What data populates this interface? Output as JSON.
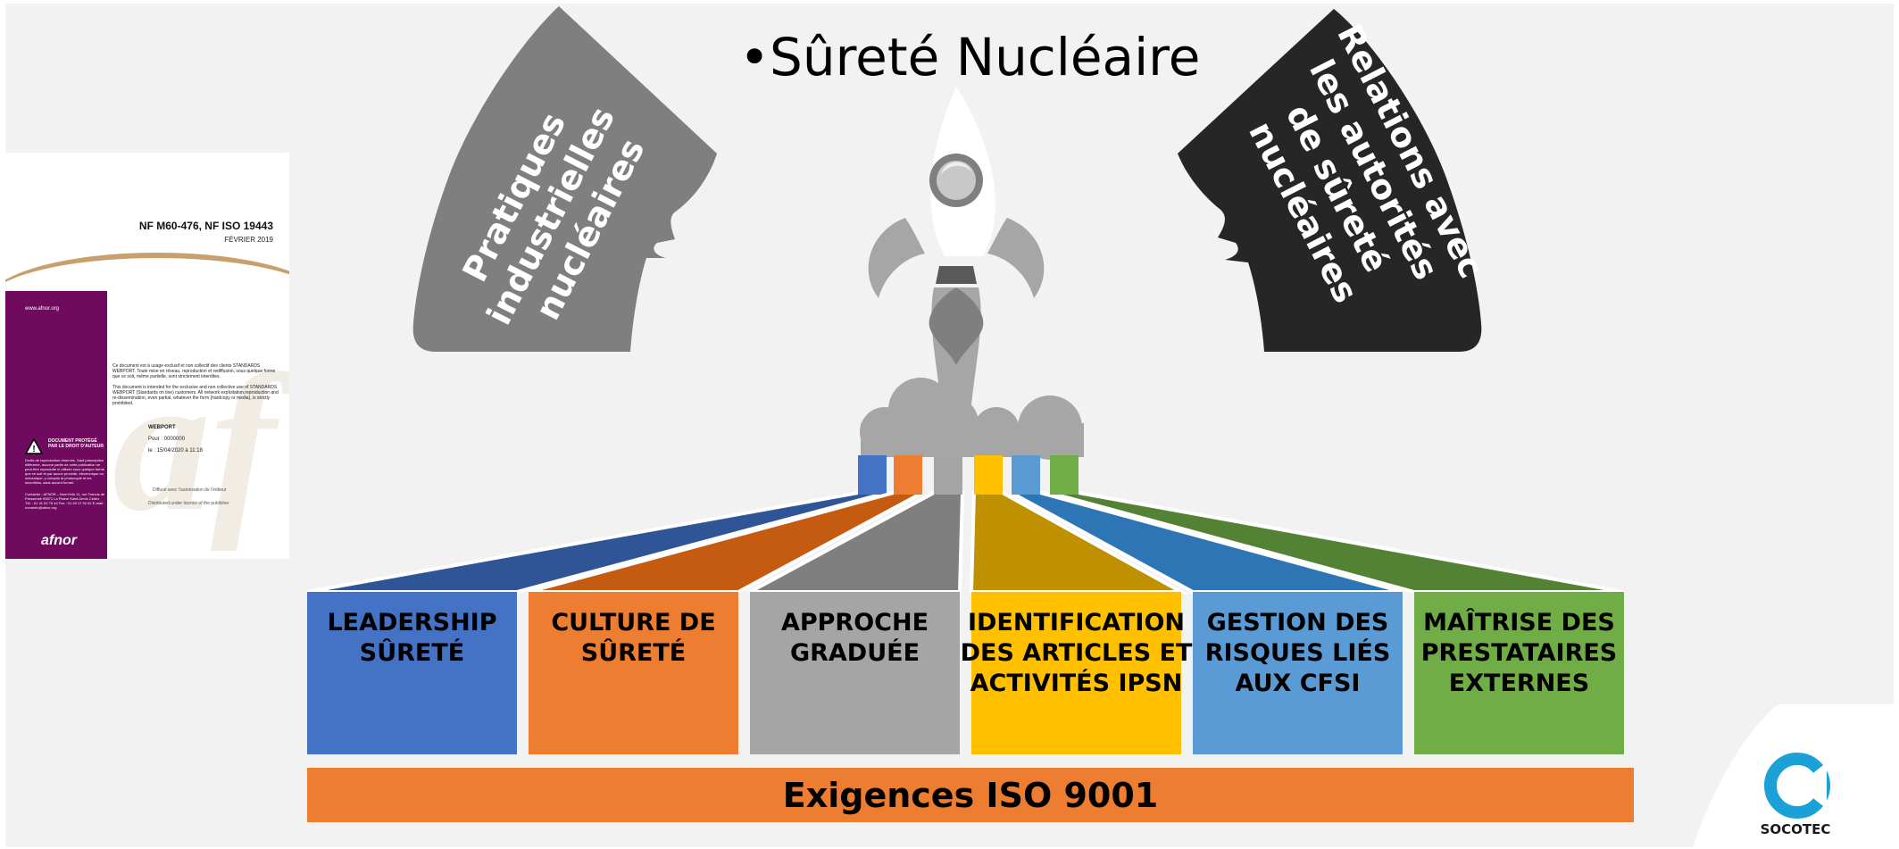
{
  "title": "Sûreté Nucléaire",
  "bullet": "•",
  "left_bubble": {
    "lines": [
      "Pratiques",
      "industrielles",
      "nucléaires"
    ],
    "color": "#7f7f7f"
  },
  "right_bubble": {
    "lines": [
      "Relations avec",
      "les autorités",
      "de sûreté",
      "nucléaires"
    ],
    "color": "#262626"
  },
  "pillars": [
    {
      "lines": [
        "LEADERSHIP",
        "SÛRETÉ"
      ],
      "color": "#4472c4",
      "beam": "#2f5597"
    },
    {
      "lines": [
        "CULTURE DE",
        "SÛRETÉ"
      ],
      "color": "#ed7d31",
      "beam": "#c55a11"
    },
    {
      "lines": [
        "APPROCHE",
        "GRADUÉE"
      ],
      "color": "#a5a5a5",
      "beam": "#7f7f7f"
    },
    {
      "lines": [
        "IDENTIFICATION",
        "DES ARTICLES ET",
        "ACTIVITÉS IPSN"
      ],
      "color": "#ffc000",
      "beam": "#bf9000"
    },
    {
      "lines": [
        "GESTION DES",
        "RISQUES LIÉS",
        "AUX CFSI"
      ],
      "color": "#5b9bd5",
      "beam": "#2e75b6"
    },
    {
      "lines": [
        "MAÎTRISE DES",
        "PRESTATAIRES",
        "EXTERNES"
      ],
      "color": "#70ad47",
      "beam": "#548235"
    }
  ],
  "base_bar": {
    "label": "Exigences ISO 9001",
    "color": "#ed7d31"
  },
  "document": {
    "reference": "NF M60-476, NF ISO 19443",
    "date": "FÉVRIER 2019",
    "site": "www.afnor.org",
    "notice_fr": "Ce document est à usage exclusif et non collectif des clients STANDARDS WEBPORT. Toute mise en réseau, reproduction et rediffusion, sous quelque forme que ce soit, même partielle, sont strictement interdites.",
    "notice_en": "This document is intended for the exclusive and non collective use of STANDARDS WEBPORT (Standards on line) customers. All network exploitation,reproduction and re-dissemination, even partial, whatever the form (hardcopy or media), is strictly prohibited.",
    "client": "WEBPORT",
    "pour": "Pour : 0000000",
    "le": "le : 15/04/2020 à 11:18",
    "diffuse": "Diffusé avec l'autorisation de l'éditeur",
    "distributed": "Distributed under licence of the publisher",
    "protected_title": "DOCUMENT PROTÉGÉ PAR LE DROIT D'AUTEUR",
    "protected_text": "Droits de reproduction réservés. Sauf prescription différente, aucune partie de cette publication ne peut être reproduite ni utilisée sous quelque forme que ce soit et par aucun procédé, électronique ou mécanique, y compris la photocopie et les microfilms, sans accord formel.",
    "contact": "Contacter : AFNOR – Norm'Info 11, rue Francis de Pressensé 93571 La Plaine Saint-Denis Cedex Tél. : 01 41 62 76 44 Fax : 01 49 17 92 02 E-mail : norminfo@afnor.org",
    "brand": "afnor"
  },
  "logo": {
    "text": "SOCOTEC",
    "color": "#1ba1d8"
  }
}
